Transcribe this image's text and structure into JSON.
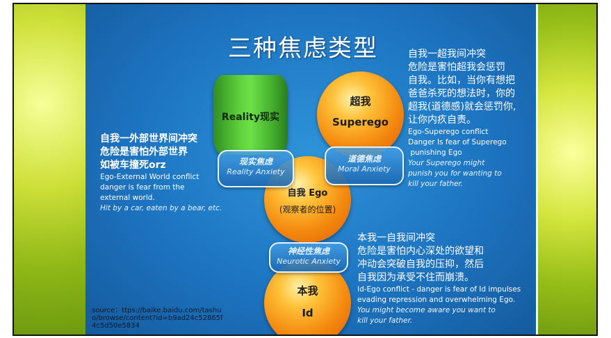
{
  "slide": {
    "title": "三种焦虑类型",
    "cylinder_label": "Reality现实",
    "superego_zh": "超我",
    "superego_en": "Superego",
    "ego_zh": "自我 Ego",
    "ego_sub": "(观察者的位置)",
    "id_zh": "本我",
    "id_en": "Id",
    "reality_pill_zh": "现实焦虑",
    "reality_pill_en": "Reality Anxiety",
    "moral_pill_zh": "道德焦虑",
    "moral_pill_en": "Moral Anxiety",
    "neurotic_pill_zh": "神经性焦虑",
    "neurotic_pill_en": "Neurotic Anxiety",
    "left_text": {
      "zh": [
        "自我一外部世界间冲突",
        "危险是害怕外部世界",
        "如被车撞死orz"
      ],
      "en": [
        "Ego-External World conflict",
        "danger is fear from the",
        "external world."
      ],
      "en_italic": "Hit by a car, eaten by a bear, etc."
    },
    "right_top_text": {
      "zh": [
        "自我一超我间冲突",
        "危险是害怕超我会惩罚",
        "自我。比如，当你有想把",
        "爸爸杀死的想法时，你的",
        "超我(道德感)就会惩罚你,",
        "让你内疚自责。"
      ],
      "en": [
        "Ego-Superego conflict",
        "Danger Is fear of Superego",
        " punishing Ego"
      ],
      "en_italic": [
        "Your Superego might",
        "punish you for wanting to",
        "kill your father."
      ]
    },
    "right_bottom_text": {
      "zh": [
        "本我一自我间冲突",
        "危险是害怕内心深处的欲望和",
        "冲动会突破自我的压抑，然后",
        "自我因为承受不住而崩溃。"
      ],
      "en": [
        "Id-Ego conflict - danger is fear of Id impulses",
        "evading repression and overwhelming Ego."
      ],
      "en_italic": [
        "You might become aware you want to",
        "kill your father."
      ]
    },
    "source": "source：ttps://baike.baidu.com/tashuo/browse/content?id=b9ad24c52865f4c5d50e5834"
  },
  "colors": {
    "slide_bg": "#1d74c0",
    "side_panels": "#cfe03a",
    "sphere": "#f48a10",
    "cylinder": "#5fcf3a"
  }
}
